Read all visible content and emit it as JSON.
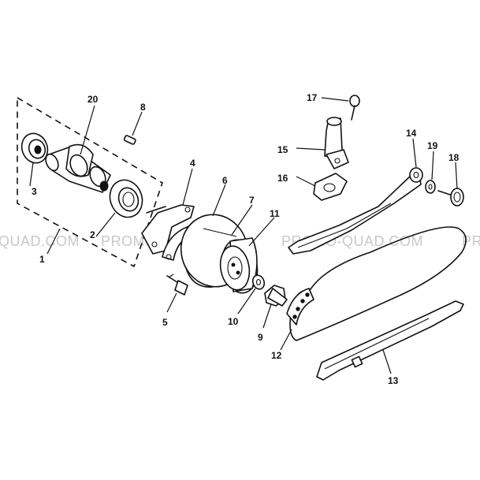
{
  "diagram": {
    "callouts": {
      "c1": "1",
      "c2": "2",
      "c3": "3",
      "c4": "4",
      "c5": "5",
      "c6": "6",
      "c7": "7",
      "c8": "8",
      "c9": "9",
      "c10": "10",
      "c11": "11",
      "c12": "12",
      "c13": "13",
      "c14": "14",
      "c15": "15",
      "c16": "16",
      "c17": "17",
      "c18": "18",
      "c19": "19",
      "c20": "20"
    },
    "watermark": {
      "text_left": "QUAD.COM",
      "text_mid": "PROMO-QUAD.COM",
      "text_right": "PROMO-QUAD.COM",
      "text_edge": "PR"
    }
  }
}
